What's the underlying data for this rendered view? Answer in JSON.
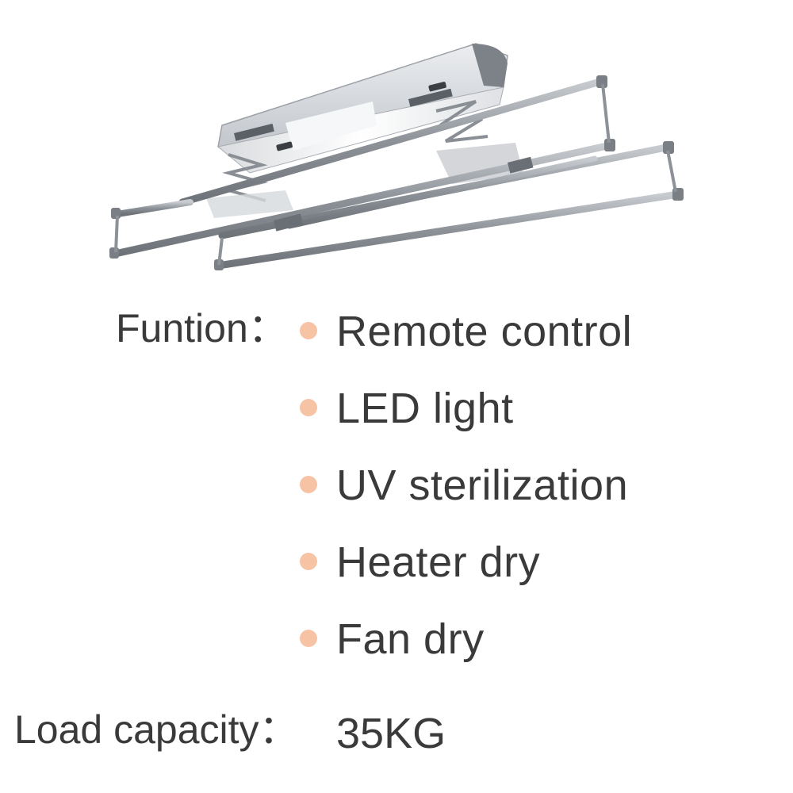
{
  "product": {
    "icon": "ceiling-clothes-drying-rack-illustration"
  },
  "function": {
    "label": "Funtion：",
    "bullet_color": "#f7c3a5",
    "items": [
      {
        "label": "Remote control"
      },
      {
        "label": "LED light"
      },
      {
        "label": "UV sterilization"
      },
      {
        "label": "Heater dry"
      },
      {
        "label": "Fan dry"
      }
    ]
  },
  "load_capacity": {
    "label": "Load capacity：",
    "value": "35KG"
  },
  "colors": {
    "text": "#3a3a3a",
    "bullet": "#f7c3a5",
    "rack_metal": "#9a9ea4"
  }
}
